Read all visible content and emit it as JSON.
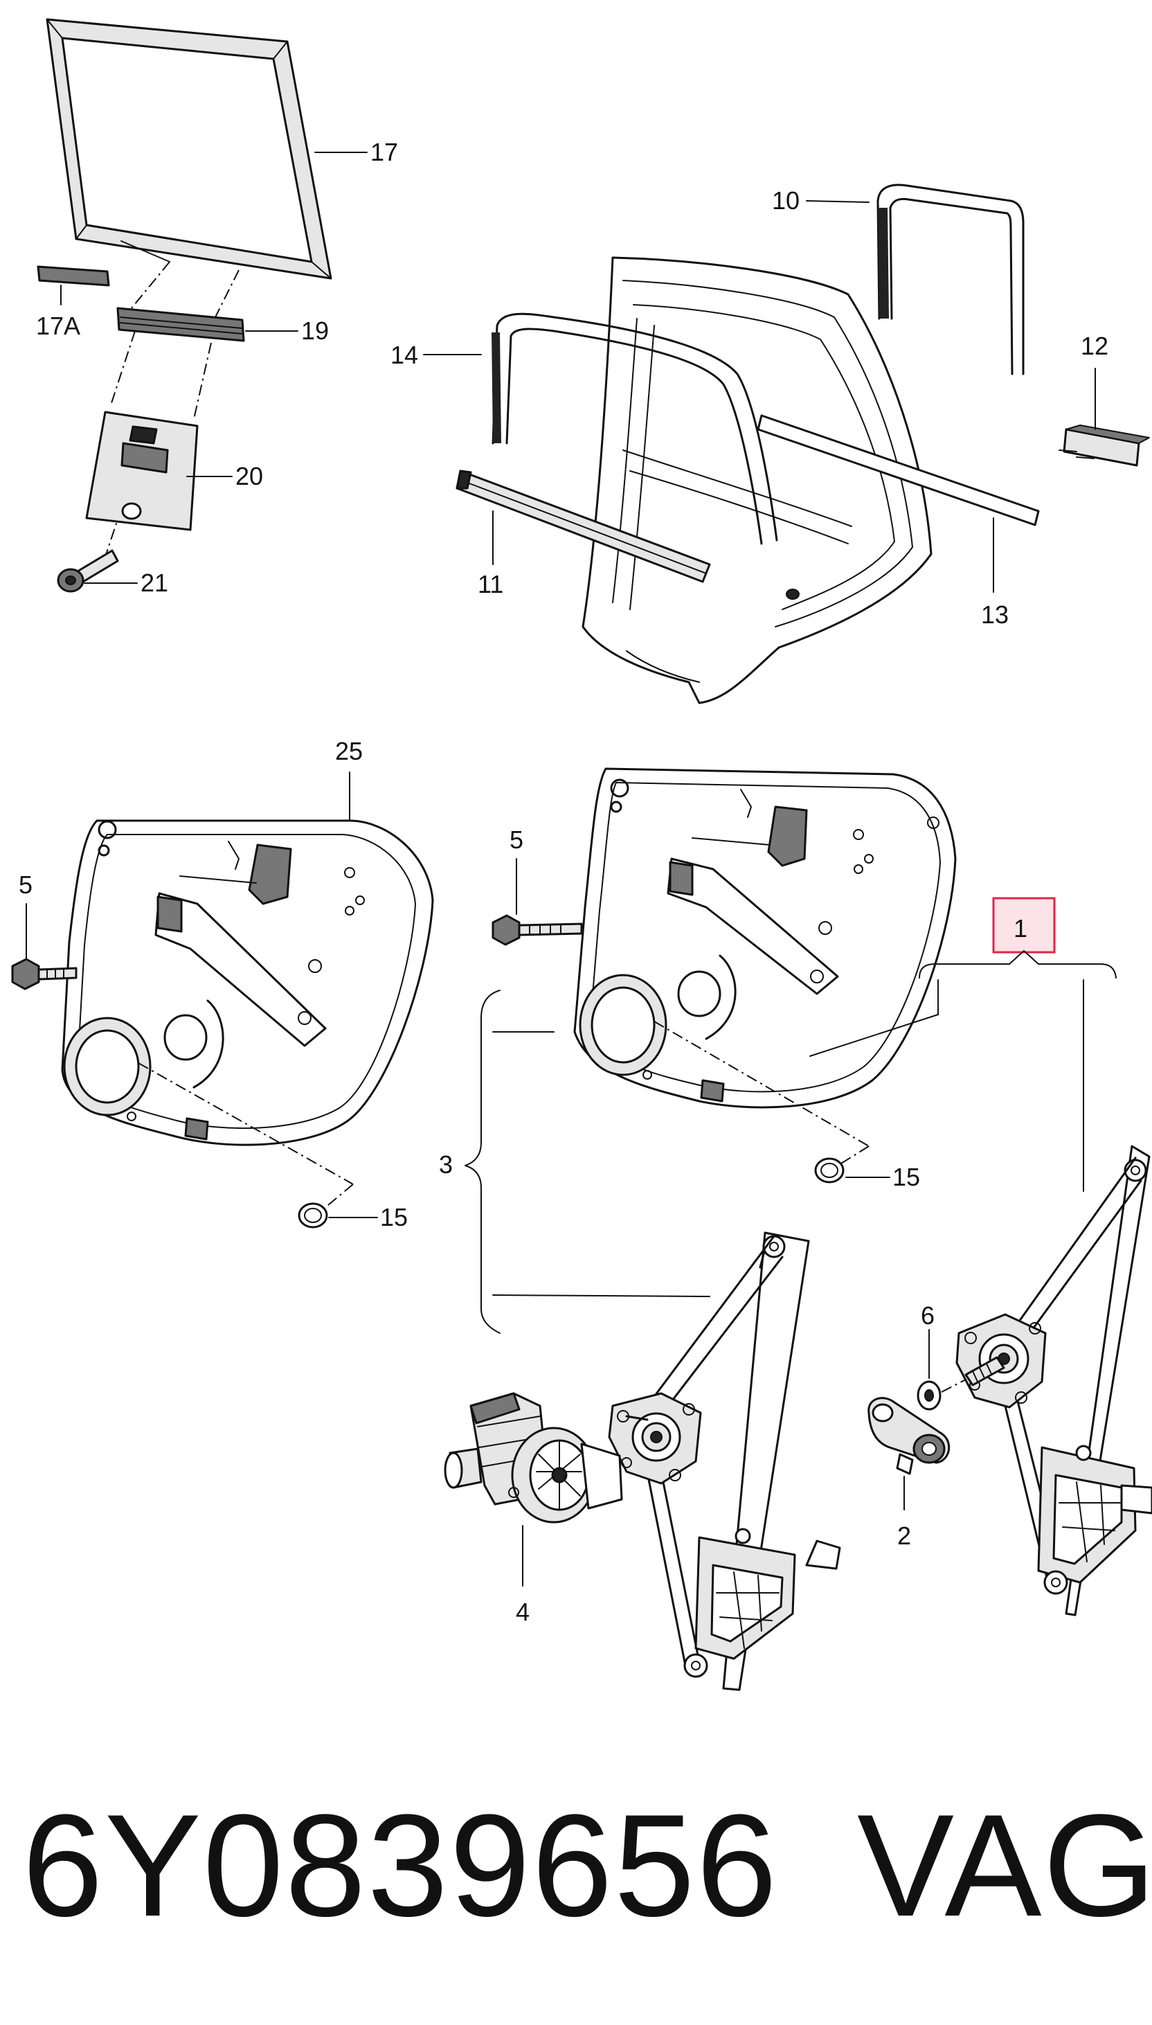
{
  "diagram": {
    "callouts": {
      "c1": "1",
      "c2": "2",
      "c3": "3",
      "c4": "4",
      "c5a": "5",
      "c5b": "5",
      "c6": "6",
      "c10": "10",
      "c11": "11",
      "c12": "12",
      "c13": "13",
      "c14": "14",
      "c15a": "15",
      "c15b": "15",
      "c17": "17",
      "c17a": "17A",
      "c19": "19",
      "c20": "20",
      "c21": "21",
      "c25": "25"
    },
    "highlight_color": "#e0264a"
  },
  "footer": {
    "part_number": "6Y0839656",
    "brand": "VAG"
  }
}
